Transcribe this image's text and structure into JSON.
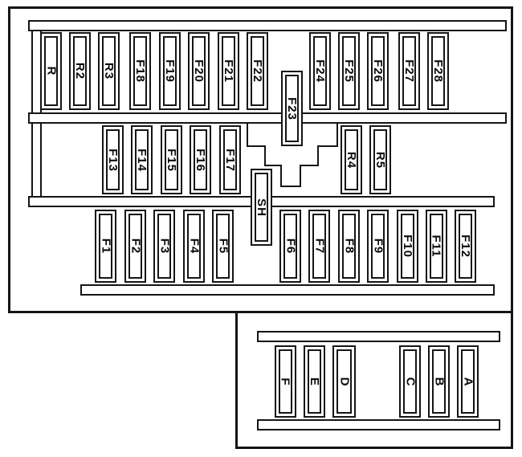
{
  "colors": {
    "background": "#ffffff",
    "line": "#151515",
    "text": "#0a0a0a"
  },
  "fuses": {
    "r": "R",
    "r2": "R2",
    "r3": "R3",
    "f18": "F18",
    "f19": "F19",
    "f20": "F20",
    "f21": "F21",
    "f22": "F22",
    "f23": "F23",
    "f24": "F24",
    "f25": "F25",
    "f26": "F26",
    "f27": "F27",
    "f28": "F28",
    "f13": "F13",
    "f14": "F14",
    "f15": "F15",
    "f16": "F16",
    "f17": "F17",
    "r4": "R4",
    "r5": "R5",
    "f1": "F1",
    "f2": "F2",
    "f3": "F3",
    "f4": "F4",
    "f5": "F5",
    "sh": "SH",
    "f6": "F6",
    "f7": "F7",
    "f8": "F8",
    "f9": "F9",
    "f10": "F10",
    "f11": "F11",
    "f12": "F12",
    "aux_f": "F",
    "aux_e": "E",
    "aux_d": "D",
    "aux_c": "C",
    "aux_b": "B",
    "aux_a": "A"
  }
}
